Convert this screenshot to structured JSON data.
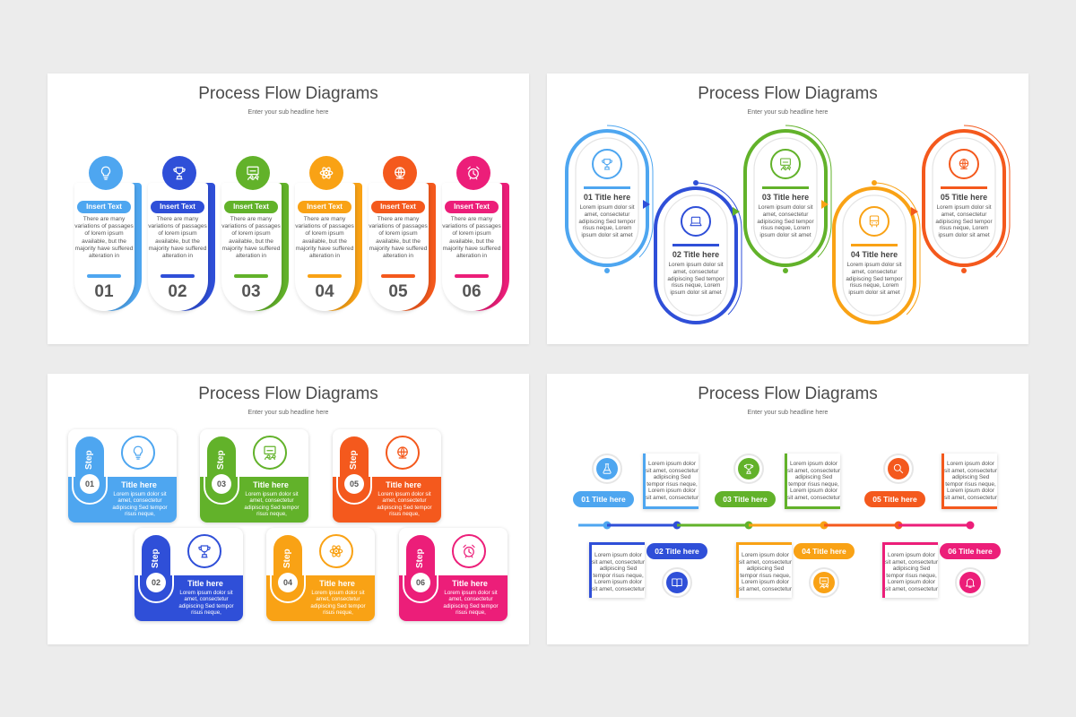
{
  "colors": {
    "light_blue": "#4ea6f0",
    "blue": "#2f4fd8",
    "green": "#62b22a",
    "orange": "#f9a215",
    "red_orange": "#f4591d",
    "pink": "#ec1e79",
    "text_gray": "#555555"
  },
  "slides": [
    {
      "title": "Process Flow Diagrams",
      "subtitle": "Enter your sub headline here",
      "cards": [
        {
          "label": "Insert Text",
          "body": "There are many variations of passages of lorem ipsum available, but the majority have suffered alteration in",
          "number": "01",
          "color": "#4ea6f0",
          "icon": "lightbulb-icon"
        },
        {
          "label": "Insert Text",
          "body": "There are many variations of passages of lorem ipsum available, but the majority have suffered alteration in",
          "number": "02",
          "color": "#2f4fd8",
          "icon": "trophy-icon"
        },
        {
          "label": "Insert Text",
          "body": "There are many variations of passages of lorem ipsum available, but the majority have suffered alteration in",
          "number": "03",
          "color": "#62b22a",
          "icon": "presentation-icon"
        },
        {
          "label": "Insert Text",
          "body": "There are many variations of passages of lorem ipsum available, but the majority have suffered alteration in",
          "number": "04",
          "color": "#f9a215",
          "icon": "atom-icon"
        },
        {
          "label": "Insert Text",
          "body": "There are many variations of passages of lorem ipsum available, but the majority have suffered alteration in",
          "number": "05",
          "color": "#f4591d",
          "icon": "globe-icon"
        },
        {
          "label": "Insert Text",
          "body": "There are many variations of passages of lorem ipsum available, but the majority have suffered alteration in",
          "number": "06",
          "color": "#ec1e79",
          "icon": "alarm-clock-icon"
        }
      ]
    },
    {
      "title": "Process Flow Diagrams",
      "subtitle": "Enter your sub headline here",
      "steps": [
        {
          "title": "01 Title here",
          "body": "Lorem ipsum dolor sit amet, consectetur adipiscing Sed tempor risus neque, Lorem ipsum dolor sit amet",
          "color": "#4ea6f0",
          "icon": "trophy-icon"
        },
        {
          "title": "02 Title here",
          "body": "Lorem ipsum dolor sit amet, consectetur adipiscing Sed tempor risus neque, Lorem ipsum dolor sit amet",
          "color": "#2f4fd8",
          "icon": "laptop-icon"
        },
        {
          "title": "03 Title here",
          "body": "Lorem ipsum dolor sit amet, consectetur adipiscing Sed tempor risus neque, Lorem ipsum dolor sit amet",
          "color": "#62b22a",
          "icon": "presentation-icon"
        },
        {
          "title": "04 Title here",
          "body": "Lorem ipsum dolor sit amet, consectetur adipiscing Sed tempor risus neque, Lorem ipsum dolor sit amet",
          "color": "#f9a215",
          "icon": "bus-icon"
        },
        {
          "title": "05 Title here",
          "body": "Lorem ipsum dolor sit amet, consectetur adipiscing Sed tempor risus neque, Lorem ipsum dolor sit amet",
          "color": "#f4591d",
          "icon": "globe-icon"
        }
      ]
    },
    {
      "title": "Process Flow Diagrams",
      "subtitle": "Enter your sub headline here",
      "cards": [
        {
          "step": "Step",
          "number": "01",
          "title": "Title here",
          "body": "Lorem ipsum dolor sit amet, consectetur adipiscing Sed tempor risus neque,",
          "color": "#4ea6f0",
          "icon": "lightbulb-icon"
        },
        {
          "step": "Step",
          "number": "03",
          "title": "Title here",
          "body": "Lorem ipsum dolor sit amet, consectetur adipiscing Sed tempor risus neque,",
          "color": "#62b22a",
          "icon": "presentation-icon"
        },
        {
          "step": "Step",
          "number": "05",
          "title": "Title here",
          "body": "Lorem ipsum dolor sit amet, consectetur adipiscing Sed tempor risus neque,",
          "color": "#f4591d",
          "icon": "globe-icon"
        },
        {
          "step": "Step",
          "number": "02",
          "title": "Title here",
          "body": "Lorem ipsum dolor sit amet, consectetur adipiscing Sed tempor risus neque,",
          "color": "#2f4fd8",
          "icon": "trophy-icon"
        },
        {
          "step": "Step",
          "number": "04",
          "title": "Title here",
          "body": "Lorem ipsum dolor sit amet, consectetur adipiscing Sed tempor risus neque,",
          "color": "#f9a215",
          "icon": "atom-icon"
        },
        {
          "step": "Step",
          "number": "06",
          "title": "Title here",
          "body": "Lorem ipsum dolor sit amet, consectetur adipiscing Sed tempor risus neque,",
          "color": "#ec1e79",
          "icon": "alarm-clock-icon"
        }
      ]
    },
    {
      "title": "Process Flow Diagrams",
      "subtitle": "Enter your sub headline here",
      "steps": [
        {
          "label": "01 Title here",
          "body": "Lorem ipsum dolor sit amet, consectetur adipiscing Sed tempor risus neque, Lorem ipsum dolor sit amet, consectetur",
          "color": "#4ea6f0",
          "icon": "flask-icon"
        },
        {
          "label": "02 Title here",
          "body": "Lorem ipsum dolor sit amet, consectetur adipiscing Sed tempor risus neque, Lorem ipsum dolor sit amet, consectetur",
          "color": "#2f4fd8",
          "icon": "book-icon"
        },
        {
          "label": "03 Title here",
          "body": "Lorem ipsum dolor sit amet, consectetur adipiscing Sed tempor risus neque, Lorem ipsum dolor sit amet, consectetur",
          "color": "#62b22a",
          "icon": "trophy-icon"
        },
        {
          "label": "04 Title here",
          "body": "Lorem ipsum dolor sit amet, consectetur adipiscing Sed tempor risus neque, Lorem ipsum dolor sit amet, consectetur",
          "color": "#f9a215",
          "icon": "presentation-icon"
        },
        {
          "label": "05 Title here",
          "body": "Lorem ipsum dolor sit amet, consectetur adipiscing Sed tempor risus neque, Lorem ipsum dolor sit amet, consectetur",
          "color": "#f4591d",
          "icon": "search-icon"
        },
        {
          "label": "06 Title here",
          "body": "Lorem ipsum dolor sit amet, consectetur adipiscing Sed tempor risus neque, Lorem ipsum dolor sit amet, consectetur",
          "color": "#ec1e79",
          "icon": "bell-icon"
        }
      ]
    }
  ]
}
